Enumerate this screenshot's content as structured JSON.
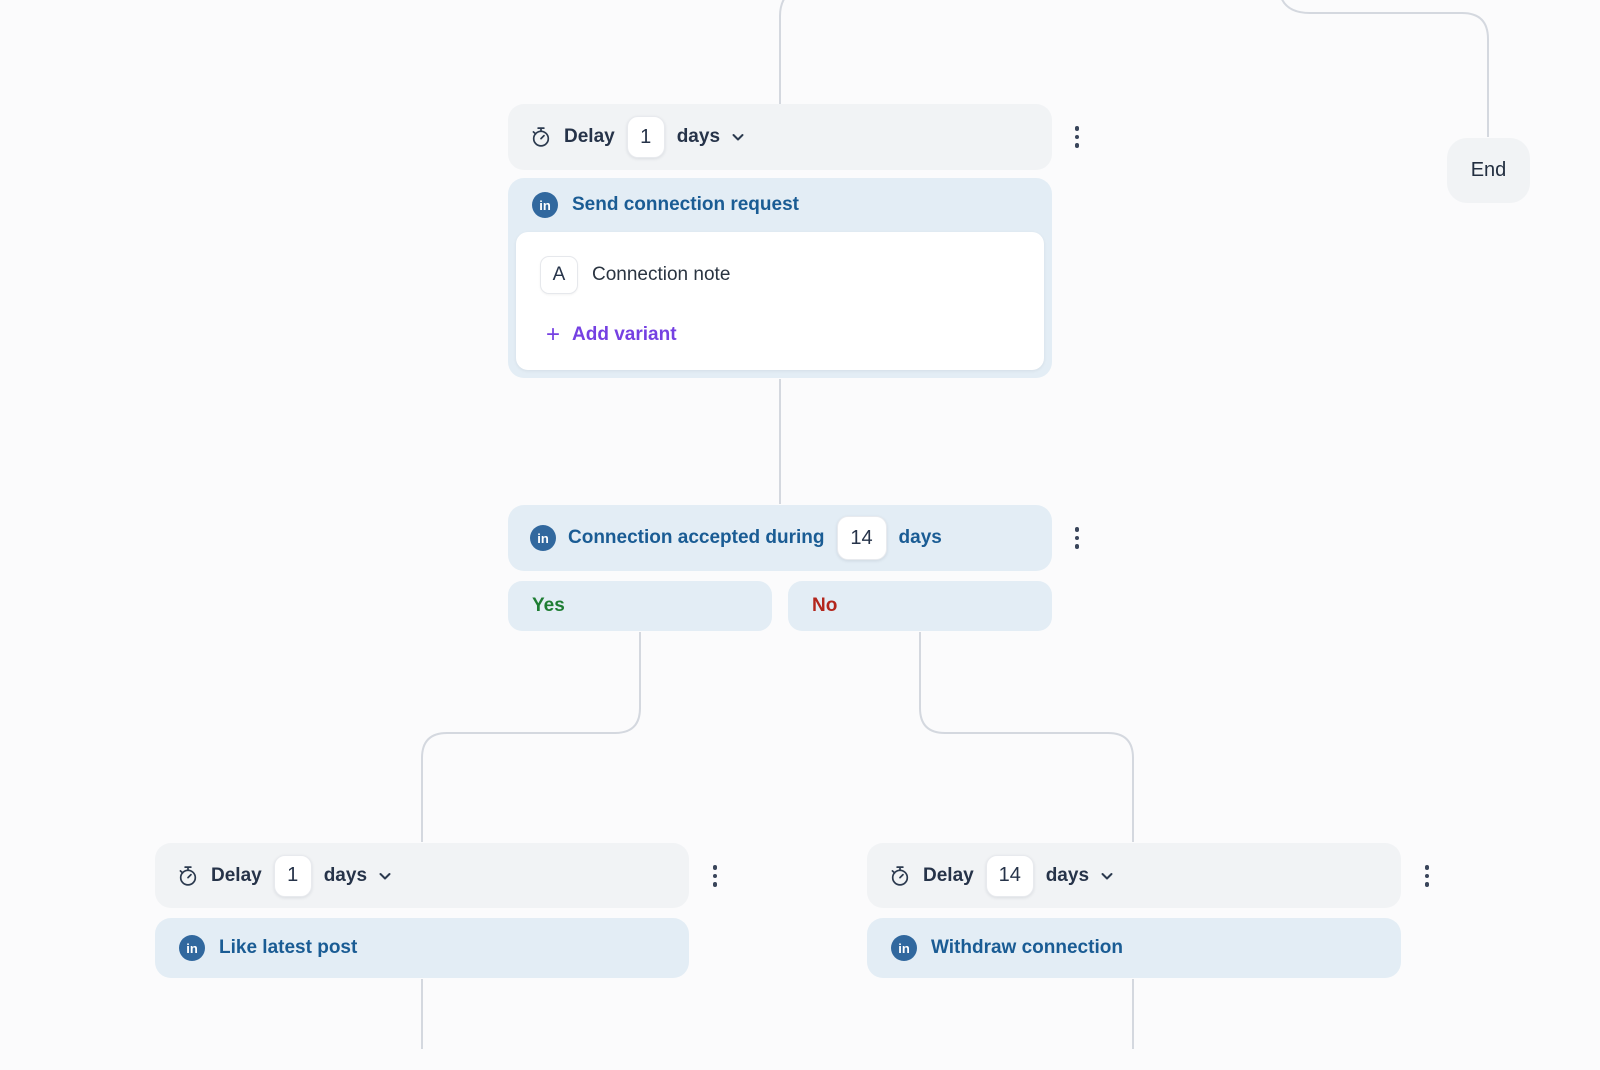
{
  "canvas": {
    "background": "#fbfbfc",
    "connector_color": "#d4d8df"
  },
  "colors": {
    "node_gray": "#f1f3f5",
    "node_blue": "#e3edf5",
    "linkedin_blue": "#31689e",
    "title_blue": "#1a5c94",
    "text_navy": "#263349",
    "accent_purple": "#7540e2",
    "yes_green": "#1e7d33",
    "no_red": "#b3261c"
  },
  "badges": {
    "linkedin": "in"
  },
  "nodes": {
    "delay_top": {
      "label": "Delay",
      "value": "1",
      "unit": "days"
    },
    "send_connection": {
      "title": "Send connection request",
      "variant_badge": "A",
      "variant_name": "Connection note",
      "plus": "+",
      "add_variant_label": "Add variant"
    },
    "condition": {
      "title": "Connection accepted during",
      "value": "14",
      "unit": "days",
      "yes_label": "Yes",
      "no_label": "No"
    },
    "end": {
      "label": "End"
    },
    "delay_left": {
      "label": "Delay",
      "value": "1",
      "unit": "days"
    },
    "like_post": {
      "title": "Like latest post"
    },
    "delay_right": {
      "label": "Delay",
      "value": "14",
      "unit": "days"
    },
    "withdraw": {
      "title": "Withdraw connection"
    }
  }
}
